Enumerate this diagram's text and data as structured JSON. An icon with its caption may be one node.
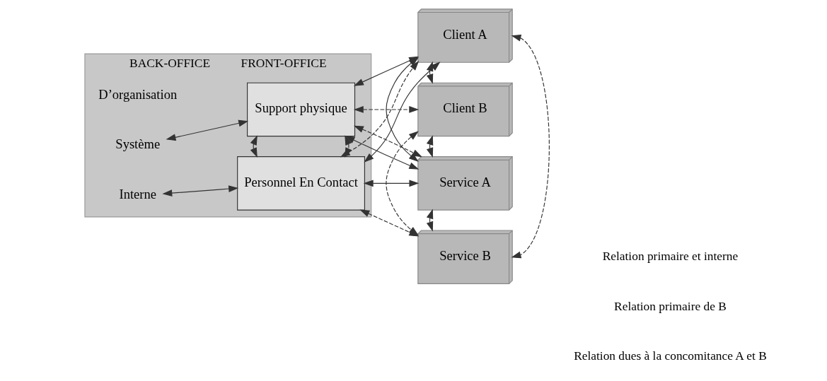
{
  "diagram": {
    "nodes": [
      {
        "text": [
          "BACK-OFFICE",
          "FRONT-OFFICE"
        ]
      },
      {
        "text": [
          "Système"
        ],
        "in": 0
      },
      {
        "text": [
          "Interne"
        ],
        "in": 0
      },
      {
        "text": [
          "Support physique"
        ],
        "in": 0
      },
      {
        "text": [
          "Personnel En Contact"
        ],
        "in": 0
      },
      {
        "text": [
          "Client A"
        ]
      },
      {
        "text": [
          "Client B"
        ]
      },
      {
        "text": [
          "Service A"
        ]
      },
      {
        "text": [
          "Service B"
        ]
      }
    ],
    "edges": [
      {
        "from": 1,
        "to": 3,
        "arrow": "both"
      },
      {
        "from": 2,
        "to": 4,
        "arrow": "both"
      },
      {
        "from": 3,
        "to": 4,
        "arrow": "both",
        "style": "dashed"
      },
      {
        "from": 3,
        "to": 4,
        "arrow": "both"
      },
      {
        "from": 3,
        "to": 5,
        "arrow": "both"
      },
      {
        "from": 3,
        "to": 6,
        "arrow": "both",
        "style": "dashed"
      },
      {
        "from": 3,
        "to": 7,
        "arrow": "both"
      },
      {
        "from": 3,
        "to": 7,
        "arrow": "both",
        "style": "dashed"
      },
      {
        "from": 4,
        "to": 5,
        "arrow": "both"
      },
      {
        "from": 4,
        "to": 5,
        "arrow": "both",
        "style": "dashed"
      },
      {
        "from": 4,
        "to": 7,
        "arrow": "both"
      },
      {
        "from": 4,
        "to": 8,
        "arrow": "both",
        "style": "dashed"
      },
      {
        "from": 5,
        "to": 6,
        "arrow": "both",
        "style": "dashed"
      },
      {
        "from": 5,
        "to": 7,
        "arrow": "both"
      },
      {
        "from": 6,
        "to": 7,
        "arrow": "both",
        "style": "dashed"
      },
      {
        "from": 6,
        "to": 8,
        "arrow": "both",
        "style": "dashed"
      },
      {
        "from": 7,
        "to": 8,
        "arrow": "both",
        "style": "dashed"
      },
      {
        "from": 8,
        "to": 5,
        "arrow": "both",
        "style": "dashed"
      }
    ],
    "labels": [
      "D’organisation"
    ],
    "legend": [
      {
        "text": "Relation primaire et interne"
      },
      {
        "text": "Relation primaire de B"
      },
      {
        "text": "Relation dues à la concomitance A et B"
      }
    ]
  }
}
